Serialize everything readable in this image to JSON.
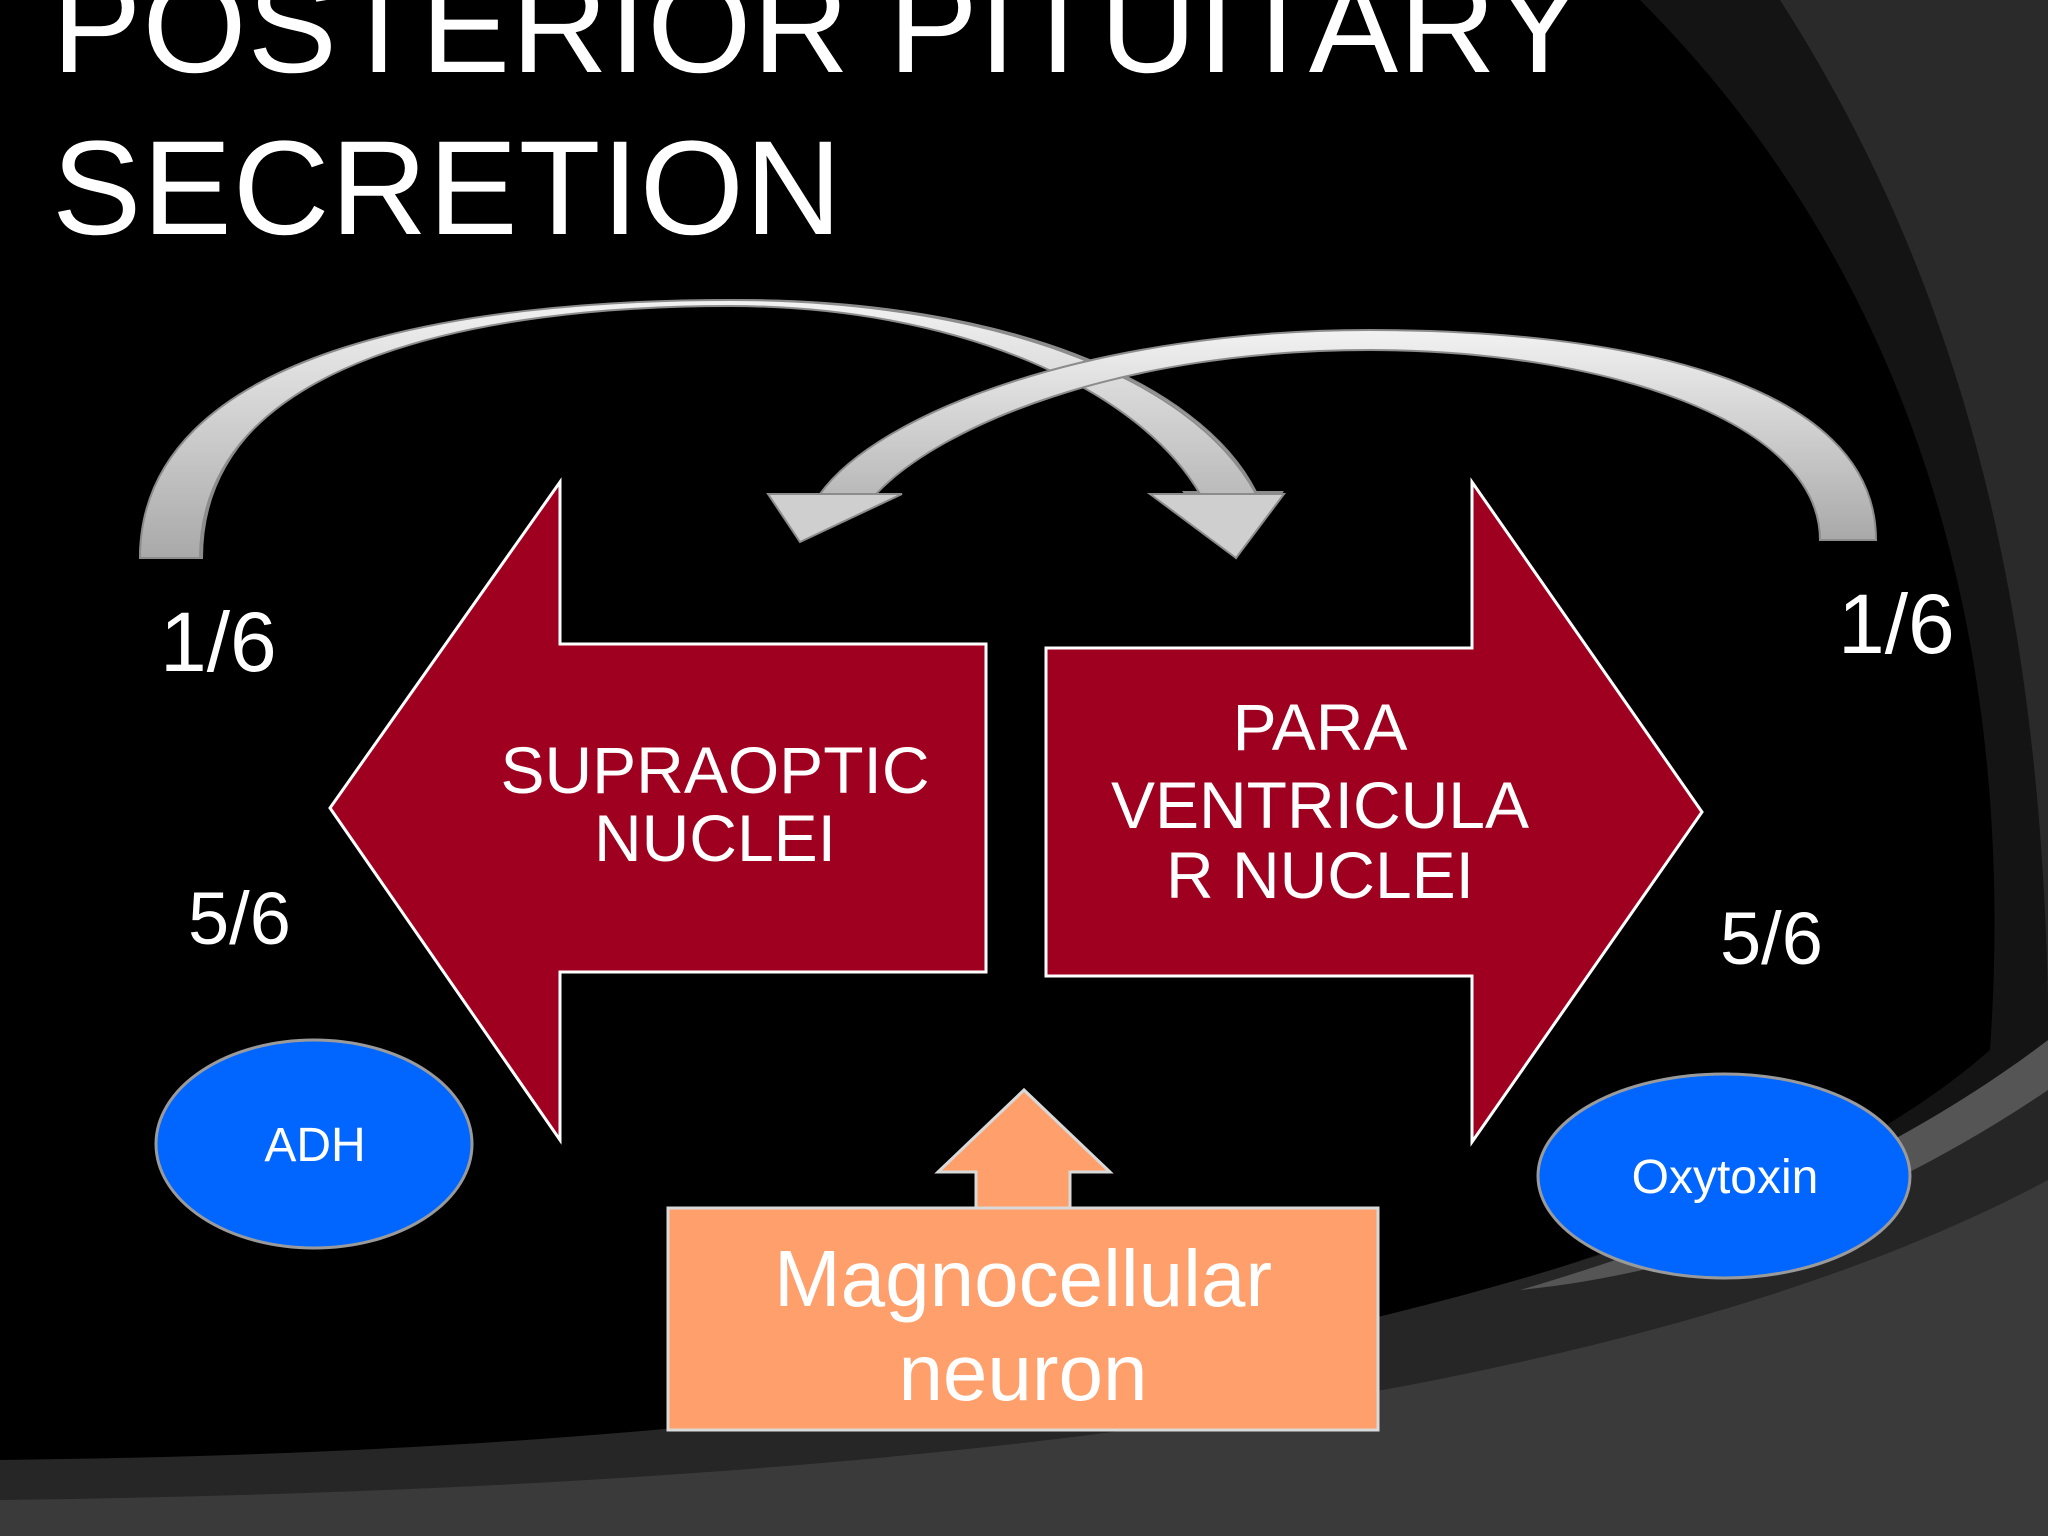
{
  "title": {
    "line1": "POSTERIOR PITUITARY",
    "line2": "SECRETION"
  },
  "fractions": {
    "left_top": "1/6",
    "right_top": "1/6",
    "left_bottom": "5/6",
    "right_bottom": "5/6"
  },
  "nuclei": {
    "supraoptic": {
      "line1": "SUPRAOPTIC",
      "line2": "NUCLEI"
    },
    "paraventricular": {
      "line1": "PARA",
      "line2": "VENTRICULA",
      "line3": "R NUCLEI"
    }
  },
  "hormones": {
    "left": "ADH",
    "right": "Oxytoxin"
  },
  "source": {
    "line1": "Magnocellular",
    "line2": "neuron"
  },
  "colors": {
    "arrow_fill": "#a00020",
    "ellipse_fill": "#0066ff",
    "source_box_fill": "#ffa06c",
    "curved_arrow": "#d9d9d9",
    "background": "#000000",
    "swoosh": "#2b2b2b"
  }
}
